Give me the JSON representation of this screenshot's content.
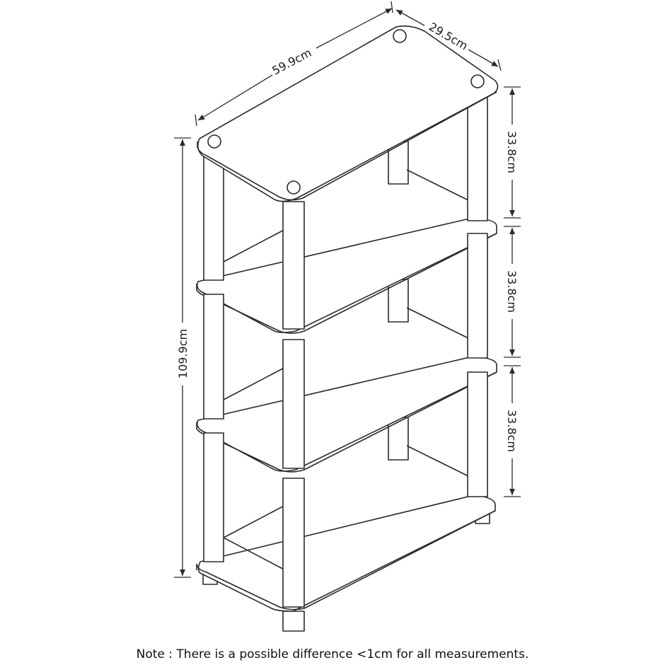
{
  "dimensions": {
    "width": "59.9cm",
    "depth": "29.5cm",
    "height": "109.9cm",
    "shelf_gap_top": "33.8cm",
    "shelf_gap_middle": "33.8cm",
    "shelf_gap_bottom": "33.8cm"
  },
  "note": "Note : There is a possible difference <1cm for all measurements.",
  "colors": {
    "line": "#2a2a2a",
    "shelf_fill": "#ffffff",
    "post_fill": "#ffffff"
  }
}
